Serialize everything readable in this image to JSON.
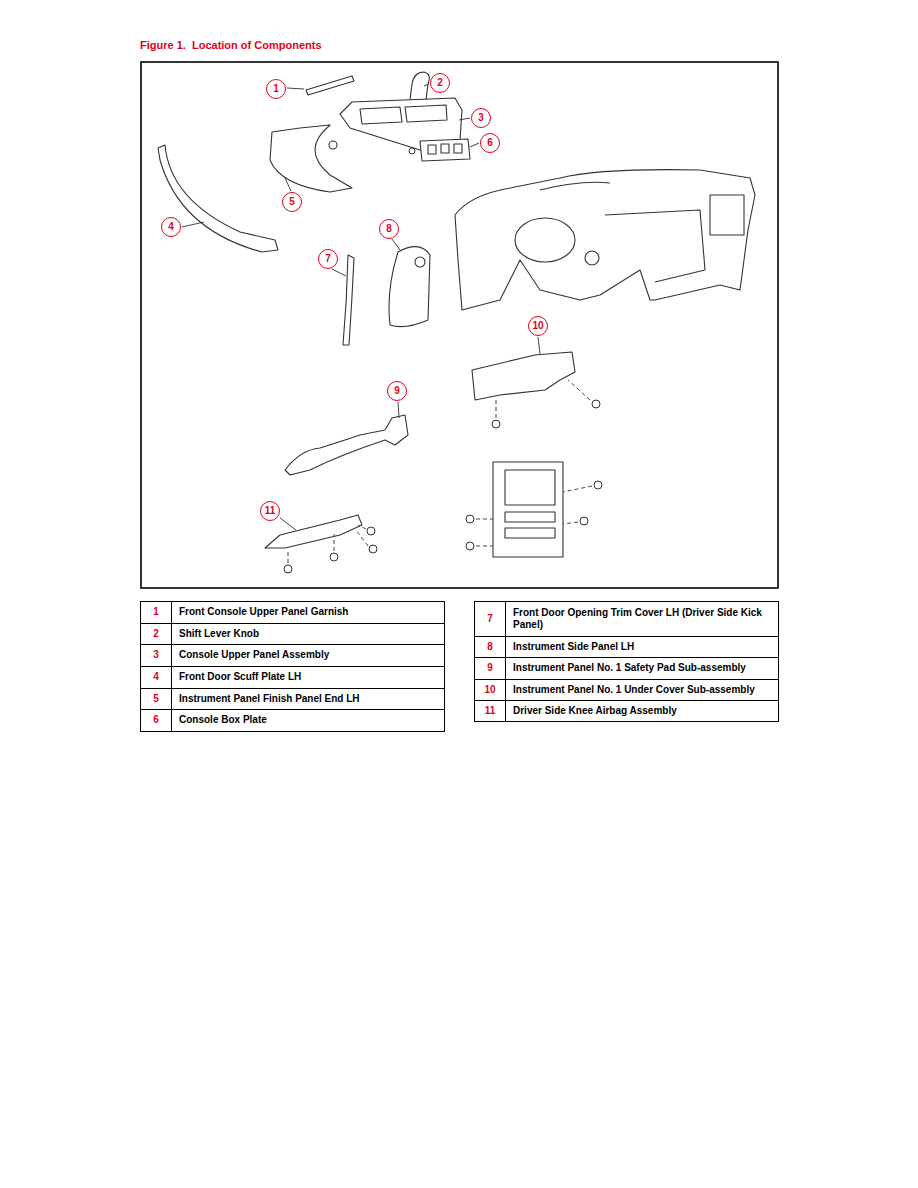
{
  "diagram": {
    "title": "Figure 1.  Location of Components",
    "nodes": [
      {
        "text": [
          "1"
        ]
      },
      {
        "text": [
          "2"
        ]
      },
      {
        "text": [
          "3"
        ]
      },
      {
        "text": [
          "4"
        ]
      },
      {
        "text": [
          "5"
        ]
      },
      {
        "text": [
          "6"
        ]
      },
      {
        "text": [
          "7"
        ]
      },
      {
        "text": [
          "8"
        ]
      },
      {
        "text": [
          "9"
        ]
      },
      {
        "text": [
          "10"
        ]
      },
      {
        "text": [
          "11"
        ]
      }
    ],
    "labels": [
      "1",
      "Front Console Upper Panel Garnish",
      "2",
      "Shift Lever Knob",
      "3",
      "Console Upper Panel Assembly",
      "4",
      "Front Door Scuff Plate LH",
      "5",
      "Instrument Panel Finish Panel End LH",
      "6",
      "Console Box Plate",
      "7",
      "Front Door Opening Trim Cover LH (Driver Side Kick Panel)",
      "8",
      "Instrument Side Panel LH",
      "9",
      "Instrument Panel No. 1 Safety Pad Sub-assembly",
      "10",
      "Instrument Panel No. 1 Under Cover Sub-assembly",
      "11",
      "Driver Side Knee Airbag Assembly"
    ]
  }
}
